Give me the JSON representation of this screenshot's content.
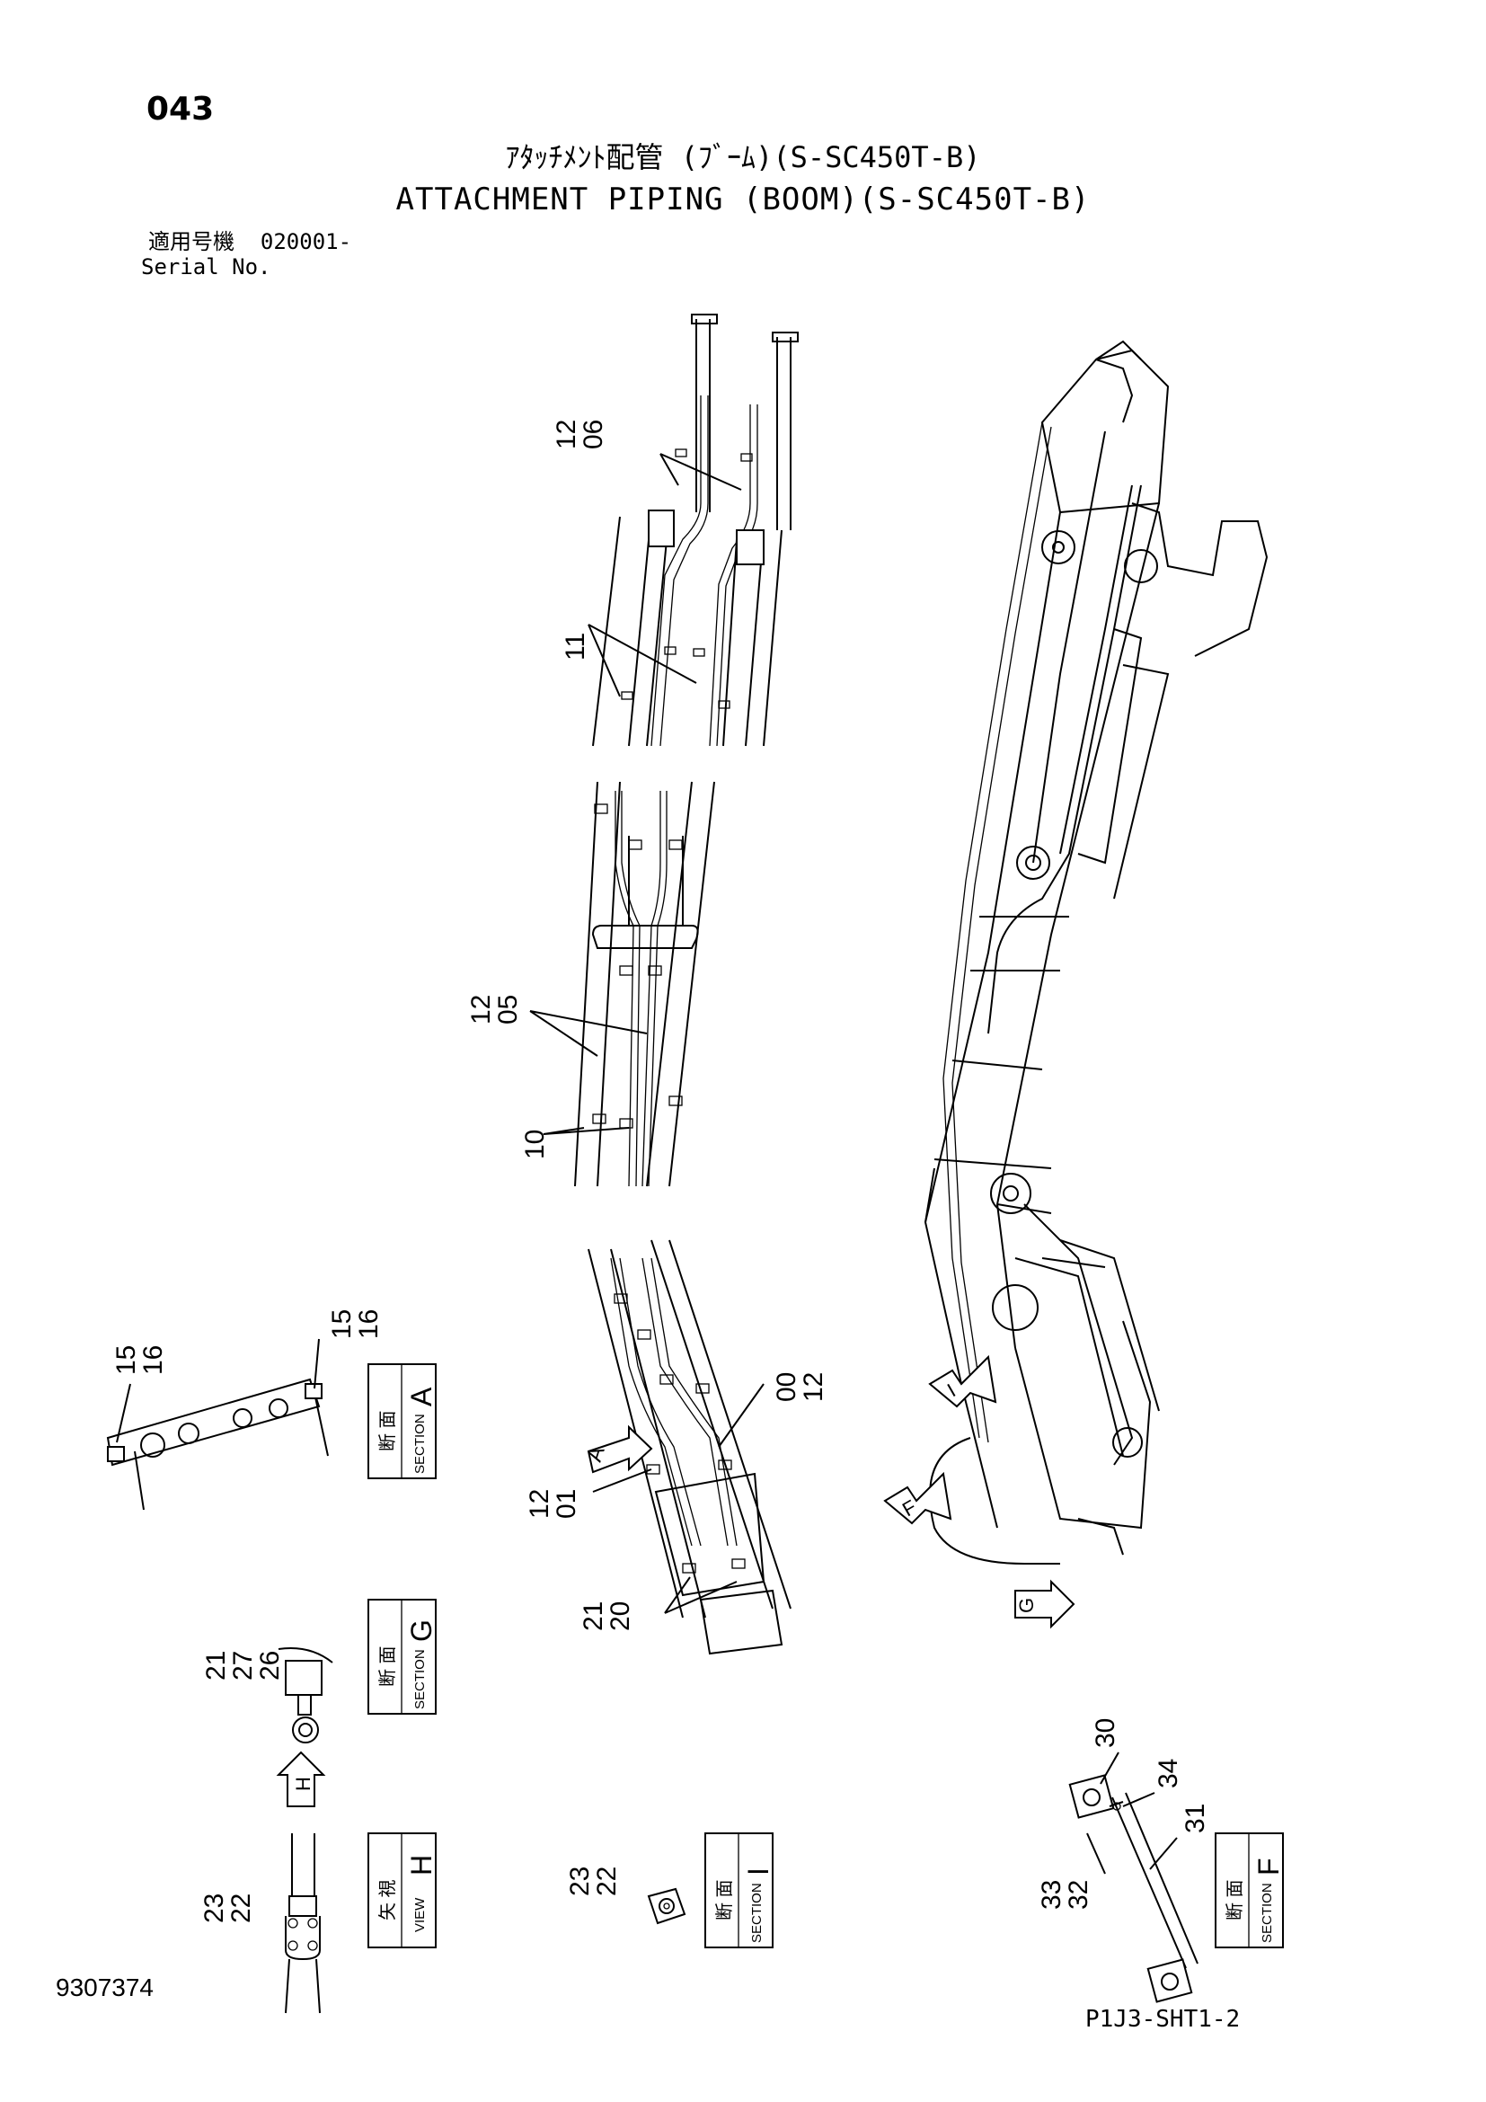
{
  "header": {
    "page_number": "043",
    "title_jp": "ｱﾀｯﾁﾒﾝﾄ配管 (ﾌﾞｰﾑ)(S-SC450T-B)",
    "title_en": "ATTACHMENT PIPING (BOOM)(S-SC450T-B)",
    "serial_label_jp": "適用号機",
    "serial_value": "020001-",
    "serial_label_en": "Serial No."
  },
  "footer": {
    "document_number": "9307374",
    "sheet_code": "P1J3-SHT1-2"
  },
  "callouts": {
    "c_12_06": [
      "12",
      "06"
    ],
    "c_11": "11",
    "c_12_05": [
      "12",
      "05"
    ],
    "c_10": "10",
    "c_00_12": [
      "00",
      "12"
    ],
    "c_12_01": [
      "12",
      "01"
    ],
    "c_21_20": [
      "21",
      "20"
    ],
    "c_15_16_left": [
      "15",
      "16"
    ],
    "c_15_16_right": [
      "15",
      "16"
    ],
    "c_21_27_26": [
      "21",
      "27",
      "26"
    ],
    "c_23_22_h": [
      "23",
      "22"
    ],
    "c_23_22_i": [
      "23",
      "22"
    ],
    "c_30": "30",
    "c_34": "34",
    "c_31": "31",
    "c_33_32": [
      "33",
      "32"
    ]
  },
  "views": {
    "A": {
      "letter": "A",
      "jp": "断 面",
      "en": "SECTION"
    },
    "G": {
      "letter": "G",
      "jp": "断 面",
      "en": "SECTION"
    },
    "H": {
      "letter": "H",
      "jp": "矢 視",
      "en": "VIEW"
    },
    "I": {
      "letter": "I",
      "jp": "断 面",
      "en": "SECTION"
    },
    "F": {
      "letter": "F",
      "jp": "断 面",
      "en": "SECTION"
    }
  },
  "arrows": {
    "A": "A",
    "I": "I",
    "F": "F",
    "G": "G",
    "H": "H"
  }
}
